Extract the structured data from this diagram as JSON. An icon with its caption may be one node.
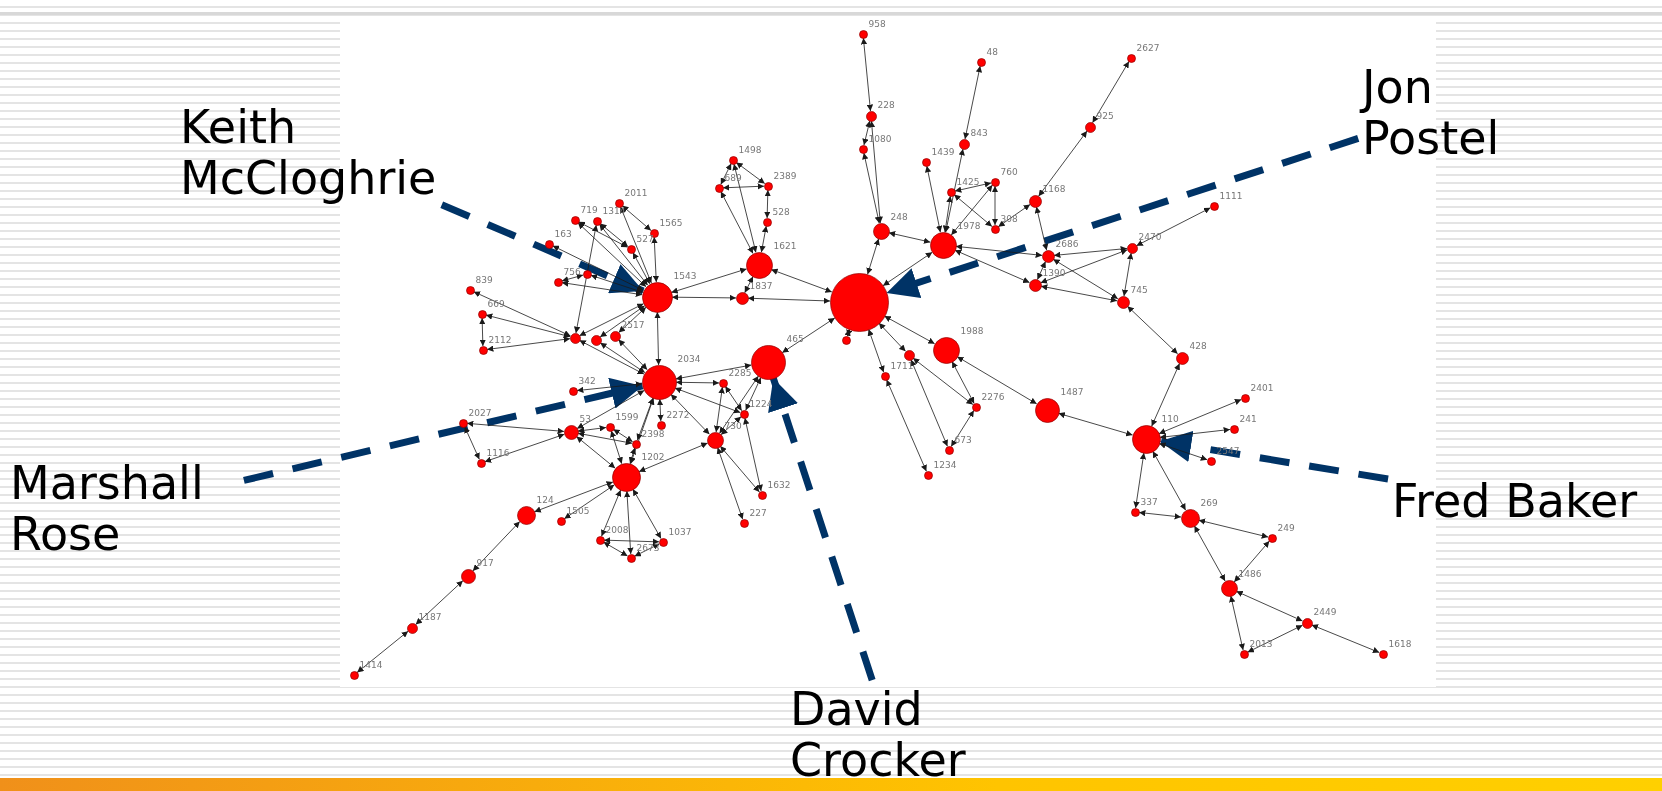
{
  "diagram": {
    "nodes": [
      {
        "text": [
          "Keith McCloghrie"
        ]
      },
      {
        "text": [
          "Jon Postel"
        ]
      },
      {
        "text": [
          "Marshall Rose"
        ]
      },
      {
        "text": [
          "Fred Baker"
        ]
      },
      {
        "text": [
          "David Crocker"
        ]
      },
      {
        "text": [
          "958"
        ]
      },
      {
        "text": [
          "48"
        ]
      },
      {
        "text": [
          "2627"
        ]
      },
      {
        "text": [
          "228"
        ]
      },
      {
        "text": [
          "925"
        ]
      },
      {
        "text": [
          "843"
        ]
      },
      {
        "text": [
          "1080"
        ]
      },
      {
        "text": [
          "1498"
        ]
      },
      {
        "text": [
          "1439"
        ]
      },
      {
        "text": [
          "760"
        ]
      },
      {
        "text": [
          "2389"
        ]
      },
      {
        "text": [
          "689"
        ]
      },
      {
        "text": [
          "1425"
        ]
      },
      {
        "text": [
          "1168"
        ]
      },
      {
        "text": [
          "2011"
        ]
      },
      {
        "text": [
          "1111"
        ]
      },
      {
        "text": [
          "719"
        ]
      },
      {
        "text": [
          "1314"
        ]
      },
      {
        "text": [
          "528"
        ]
      },
      {
        "text": [
          "308"
        ]
      },
      {
        "text": [
          "248"
        ]
      },
      {
        "text": [
          "1565"
        ]
      },
      {
        "text": [
          "163"
        ]
      },
      {
        "text": [
          "1978"
        ]
      },
      {
        "text": [
          "2470"
        ]
      },
      {
        "text": [
          "527"
        ]
      },
      {
        "text": [
          "2686"
        ]
      },
      {
        "text": [
          "1621"
        ]
      },
      {
        "text": [],
        "shape": "circle"
      },
      {
        "text": [
          "756"
        ]
      },
      {
        "text": [
          "1390"
        ]
      },
      {
        "text": [
          "839"
        ]
      },
      {
        "text": [
          "1543"
        ]
      },
      {
        "text": [
          "1837"
        ]
      },
      {
        "text": [],
        "shape": "circle"
      },
      {
        "text": [
          "745"
        ]
      },
      {
        "text": [
          "669"
        ]
      },
      {
        "text": [
          "2517"
        ]
      },
      {
        "text": [],
        "shape": "circle"
      },
      {
        "text": [],
        "shape": "circle"
      },
      {
        "text": [],
        "shape": "circle"
      },
      {
        "text": [
          "2112"
        ]
      },
      {
        "text": [
          "1988"
        ]
      },
      {
        "text": [],
        "shape": "circle"
      },
      {
        "text": [
          "428"
        ]
      },
      {
        "text": [
          "465"
        ]
      },
      {
        "text": [
          "1711"
        ]
      },
      {
        "text": [
          "2034"
        ]
      },
      {
        "text": [
          "2285"
        ]
      },
      {
        "text": [
          "342"
        ]
      },
      {
        "text": [
          "2401"
        ]
      },
      {
        "text": [
          "2276"
        ]
      },
      {
        "text": [
          "1487"
        ]
      },
      {
        "text": [
          "1224"
        ]
      },
      {
        "text": [
          "2027"
        ]
      },
      {
        "text": [
          "2272"
        ]
      },
      {
        "text": [
          "1599"
        ]
      },
      {
        "text": [
          "241"
        ]
      },
      {
        "text": [
          "53"
        ]
      },
      {
        "text": [
          "110"
        ]
      },
      {
        "text": [
          "730"
        ]
      },
      {
        "text": [
          "2398"
        ]
      },
      {
        "text": [
          "673"
        ]
      },
      {
        "text": [
          "2547"
        ]
      },
      {
        "text": [
          "1116"
        ]
      },
      {
        "text": [
          "1234"
        ]
      },
      {
        "text": [
          "1202"
        ]
      },
      {
        "text": [
          "1632"
        ]
      },
      {
        "text": [
          "337"
        ]
      },
      {
        "text": [
          "124"
        ]
      },
      {
        "text": [
          "269"
        ]
      },
      {
        "text": [
          "1505"
        ]
      },
      {
        "text": [
          "227"
        ]
      },
      {
        "text": [
          "249"
        ]
      },
      {
        "text": [
          "2008"
        ]
      },
      {
        "text": [
          "1037"
        ]
      },
      {
        "text": [
          "2673"
        ]
      },
      {
        "text": [
          "917"
        ]
      },
      {
        "text": [
          "1486"
        ]
      },
      {
        "text": [
          "2449"
        ]
      },
      {
        "text": [
          "1187"
        ]
      },
      {
        "text": [
          "2013"
        ]
      },
      {
        "text": [
          "1618"
        ]
      },
      {
        "text": [
          "1414"
        ]
      }
    ],
    "edges": [
      {
        "from": 5,
        "to": 8,
        "arrow": "both"
      },
      {
        "from": 8,
        "to": 11,
        "arrow": "both"
      },
      {
        "from": 8,
        "to": 25,
        "arrow": "both"
      },
      {
        "from": 11,
        "to": 25,
        "arrow": "both"
      },
      {
        "from": 25,
        "to": 39,
        "arrow": "both"
      },
      {
        "from": 25,
        "to": 28,
        "arrow": "both"
      },
      {
        "from": 6,
        "to": 10,
        "arrow": "both"
      },
      {
        "from": 10,
        "to": 28,
        "arrow": "both"
      },
      {
        "from": 13,
        "to": 28,
        "arrow": "both"
      },
      {
        "from": 17,
        "to": 28,
        "arrow": "both"
      },
      {
        "from": 17,
        "to": 14,
        "arrow": "both"
      },
      {
        "from": 17,
        "to": 24,
        "arrow": "both"
      },
      {
        "from": 14,
        "to": 24,
        "arrow": "both"
      },
      {
        "from": 14,
        "to": 28,
        "arrow": "both"
      },
      {
        "from": 24,
        "to": 18,
        "arrow": "both"
      },
      {
        "from": 28,
        "to": 39,
        "arrow": "both"
      },
      {
        "from": 28,
        "to": 31,
        "arrow": "both"
      },
      {
        "from": 28,
        "to": 35,
        "arrow": "both"
      },
      {
        "from": 7,
        "to": 9,
        "arrow": "both"
      },
      {
        "from": 9,
        "to": 18,
        "arrow": "both"
      },
      {
        "from": 18,
        "to": 31,
        "arrow": "both"
      },
      {
        "from": 31,
        "to": 35,
        "arrow": "both"
      },
      {
        "from": 31,
        "to": 29,
        "arrow": "both"
      },
      {
        "from": 35,
        "to": 29,
        "arrow": "both"
      },
      {
        "from": 31,
        "to": 40,
        "arrow": "both"
      },
      {
        "from": 35,
        "to": 40,
        "arrow": "both"
      },
      {
        "from": 29,
        "to": 40,
        "arrow": "both"
      },
      {
        "from": 29,
        "to": 20,
        "arrow": "both"
      },
      {
        "from": 40,
        "to": 49,
        "arrow": "both"
      },
      {
        "from": 49,
        "to": 64,
        "arrow": "both"
      },
      {
        "from": 12,
        "to": 16,
        "arrow": "both"
      },
      {
        "from": 12,
        "to": 15,
        "arrow": "both"
      },
      {
        "from": 16,
        "to": 15,
        "arrow": "both"
      },
      {
        "from": 16,
        "to": 32,
        "arrow": "both"
      },
      {
        "from": 12,
        "to": 32,
        "arrow": "both"
      },
      {
        "from": 23,
        "to": 15,
        "arrow": "both"
      },
      {
        "from": 23,
        "to": 32,
        "arrow": "both"
      },
      {
        "from": 32,
        "to": 38,
        "arrow": "both"
      },
      {
        "from": 32,
        "to": 37,
        "arrow": "both"
      },
      {
        "from": 32,
        "to": 39,
        "arrow": "both"
      },
      {
        "from": 38,
        "to": 37,
        "arrow": "both"
      },
      {
        "from": 38,
        "to": 39,
        "arrow": "both"
      },
      {
        "from": 19,
        "to": 26,
        "arrow": "both"
      },
      {
        "from": 26,
        "to": 37,
        "arrow": "both"
      },
      {
        "from": 19,
        "to": 37,
        "arrow": "both"
      },
      {
        "from": 21,
        "to": 37,
        "arrow": "both"
      },
      {
        "from": 22,
        "to": 37,
        "arrow": "both"
      },
      {
        "from": 22,
        "to": 30,
        "arrow": "both"
      },
      {
        "from": 21,
        "to": 30,
        "arrow": "both"
      },
      {
        "from": 30,
        "to": 37,
        "arrow": "both"
      },
      {
        "from": 27,
        "to": 37,
        "arrow": "both"
      },
      {
        "from": 34,
        "to": 37,
        "arrow": "both"
      },
      {
        "from": 22,
        "to": 43,
        "arrow": "both"
      },
      {
        "from": 33,
        "to": 34,
        "arrow": "both"
      },
      {
        "from": 33,
        "to": 37,
        "arrow": "both"
      },
      {
        "from": 36,
        "to": 43,
        "arrow": "both"
      },
      {
        "from": 41,
        "to": 43,
        "arrow": "both"
      },
      {
        "from": 41,
        "to": 46,
        "arrow": "both"
      },
      {
        "from": 46,
        "to": 43,
        "arrow": "both"
      },
      {
        "from": 43,
        "to": 37,
        "arrow": "both"
      },
      {
        "from": 44,
        "to": 37,
        "arrow": "both"
      },
      {
        "from": 42,
        "to": 37,
        "arrow": "both"
      },
      {
        "from": 43,
        "to": 52,
        "arrow": "both"
      },
      {
        "from": 44,
        "to": 52,
        "arrow": "both"
      },
      {
        "from": 42,
        "to": 52,
        "arrow": "both"
      },
      {
        "from": 37,
        "to": 52,
        "arrow": "both"
      },
      {
        "from": 52,
        "to": 54,
        "arrow": "both"
      },
      {
        "from": 52,
        "to": 53,
        "arrow": "both"
      },
      {
        "from": 52,
        "to": 50,
        "arrow": "both"
      },
      {
        "from": 52,
        "to": 58,
        "arrow": "both"
      },
      {
        "from": 52,
        "to": 65,
        "arrow": "both"
      },
      {
        "from": 52,
        "to": 60,
        "arrow": "both"
      },
      {
        "from": 52,
        "to": 66,
        "arrow": "both"
      },
      {
        "from": 52,
        "to": 63,
        "arrow": "both"
      },
      {
        "from": 52,
        "to": 71,
        "arrow": "both"
      },
      {
        "from": 53,
        "to": 65,
        "arrow": "both"
      },
      {
        "from": 53,
        "to": 58,
        "arrow": "both"
      },
      {
        "from": 58,
        "to": 50,
        "arrow": "both"
      },
      {
        "from": 65,
        "to": 50,
        "arrow": "both"
      },
      {
        "from": 58,
        "to": 65,
        "arrow": "both"
      },
      {
        "from": 58,
        "to": 72,
        "arrow": "both"
      },
      {
        "from": 65,
        "to": 72,
        "arrow": "both"
      },
      {
        "from": 65,
        "to": 77,
        "arrow": "both"
      },
      {
        "from": 71,
        "to": 65,
        "arrow": "both"
      },
      {
        "from": 50,
        "to": 39,
        "arrow": "both"
      },
      {
        "from": 45,
        "to": 39,
        "arrow": "both"
      },
      {
        "from": 59,
        "to": 63,
        "arrow": "both"
      },
      {
        "from": 59,
        "to": 69,
        "arrow": "both"
      },
      {
        "from": 69,
        "to": 63,
        "arrow": "both"
      },
      {
        "from": 63,
        "to": 61,
        "arrow": "both"
      },
      {
        "from": 63,
        "to": 66,
        "arrow": "both"
      },
      {
        "from": 61,
        "to": 66,
        "arrow": "both"
      },
      {
        "from": 63,
        "to": 71,
        "arrow": "both"
      },
      {
        "from": 61,
        "to": 71,
        "arrow": "both"
      },
      {
        "from": 66,
        "to": 71,
        "arrow": "both"
      },
      {
        "from": 74,
        "to": 71,
        "arrow": "both"
      },
      {
        "from": 76,
        "to": 71,
        "arrow": "both"
      },
      {
        "from": 71,
        "to": 79,
        "arrow": "both"
      },
      {
        "from": 71,
        "to": 81,
        "arrow": "both"
      },
      {
        "from": 71,
        "to": 80,
        "arrow": "both"
      },
      {
        "from": 79,
        "to": 80,
        "arrow": "both"
      },
      {
        "from": 79,
        "to": 81,
        "arrow": "both"
      },
      {
        "from": 81,
        "to": 80,
        "arrow": "both"
      },
      {
        "from": 74,
        "to": 82,
        "arrow": "both"
      },
      {
        "from": 82,
        "to": 85,
        "arrow": "both"
      },
      {
        "from": 85,
        "to": 88,
        "arrow": "both"
      },
      {
        "from": 39,
        "to": 47,
        "arrow": "both"
      },
      {
        "from": 39,
        "to": 48,
        "arrow": "both"
      },
      {
        "from": 39,
        "to": 51,
        "arrow": "both"
      },
      {
        "from": 48,
        "to": 56,
        "arrow": "both"
      },
      {
        "from": 48,
        "to": 67,
        "arrow": "both"
      },
      {
        "from": 51,
        "to": 70,
        "arrow": "both"
      },
      {
        "from": 47,
        "to": 56,
        "arrow": "both"
      },
      {
        "from": 56,
        "to": 67,
        "arrow": "both"
      },
      {
        "from": 47,
        "to": 57,
        "arrow": "both"
      },
      {
        "from": 57,
        "to": 64,
        "arrow": "both"
      },
      {
        "from": 64,
        "to": 55,
        "arrow": "both"
      },
      {
        "from": 64,
        "to": 62,
        "arrow": "both"
      },
      {
        "from": 64,
        "to": 68,
        "arrow": "both"
      },
      {
        "from": 64,
        "to": 73,
        "arrow": "both"
      },
      {
        "from": 64,
        "to": 75,
        "arrow": "both"
      },
      {
        "from": 73,
        "to": 75,
        "arrow": "both"
      },
      {
        "from": 75,
        "to": 78,
        "arrow": "both"
      },
      {
        "from": 75,
        "to": 83,
        "arrow": "both"
      },
      {
        "from": 78,
        "to": 83,
        "arrow": "both"
      },
      {
        "from": 83,
        "to": 84,
        "arrow": "both"
      },
      {
        "from": 83,
        "to": 86,
        "arrow": "both"
      },
      {
        "from": 86,
        "to": 84,
        "arrow": "both"
      },
      {
        "from": 84,
        "to": 87,
        "arrow": "both"
      },
      {
        "from": 0,
        "to": 37,
        "arrow": "to",
        "style": "dashed",
        "color": "#003366"
      },
      {
        "from": 1,
        "to": 39,
        "arrow": "to",
        "style": "dashed",
        "color": "#003366"
      },
      {
        "from": 2,
        "to": 52,
        "arrow": "to",
        "style": "dashed",
        "color": "#003366"
      },
      {
        "from": 3,
        "to": 64,
        "arrow": "to",
        "style": "dashed",
        "color": "#003366"
      },
      {
        "from": 4,
        "to": 50,
        "arrow": "to",
        "style": "dashed",
        "color": "#003366"
      }
    ]
  }
}
